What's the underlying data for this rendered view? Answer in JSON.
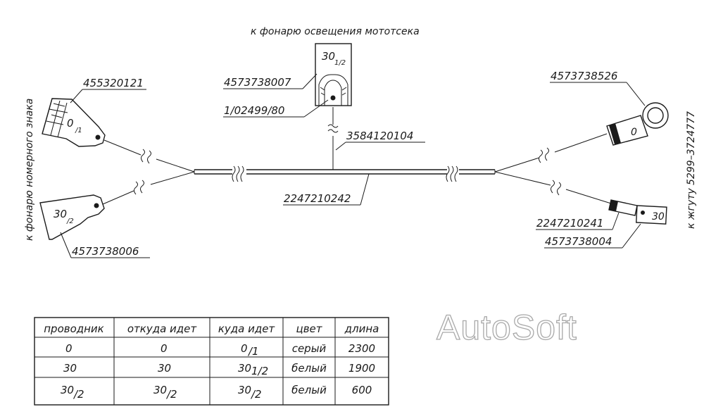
{
  "labels": {
    "top_label": "к фонарю освещения мототсека",
    "left_label": "к фонарю номерного знака",
    "right_label": "к жгуту 5299–3724777",
    "p_455320121": "455320121",
    "p_4573738007": "4573738007",
    "p_1_02499_80": "1/02499/80",
    "p_3584120104": "3584120104",
    "p_2247210242": "2247210242",
    "p_4573738526": "4573738526",
    "p_2247210241": "2247210241",
    "p_4573738004": "4573738004",
    "p_4573738006": "4573738006"
  },
  "connector_marks": {
    "top": {
      "main": "30",
      "sub": "1/2"
    },
    "left_top": {
      "main": "0",
      "sub": "/1"
    },
    "left_bottom": {
      "main": "30",
      "sub": "/2"
    },
    "right_ring": {
      "main": "0"
    },
    "right_plug": {
      "main": "30"
    }
  },
  "table": {
    "headers": [
      "проводник",
      "откуда идет",
      "куда идет",
      "цвет",
      "длина"
    ],
    "rows": [
      [
        {
          "main": "0"
        },
        {
          "main": "0"
        },
        {
          "main": "0",
          "sub": "/1"
        },
        {
          "main": "серый"
        },
        {
          "main": "2300"
        }
      ],
      [
        {
          "main": "30"
        },
        {
          "main": "30"
        },
        {
          "main": "30",
          "sub": "1/2"
        },
        {
          "main": "белый"
        },
        {
          "main": "1900"
        }
      ],
      [
        {
          "main": "30",
          "sub": "/2"
        },
        {
          "main": "30",
          "sub": "/2"
        },
        {
          "main": "30",
          "sub": "/2"
        },
        {
          "main": "белый"
        },
        {
          "main": "600"
        }
      ]
    ]
  },
  "watermark": "AutoSoft"
}
